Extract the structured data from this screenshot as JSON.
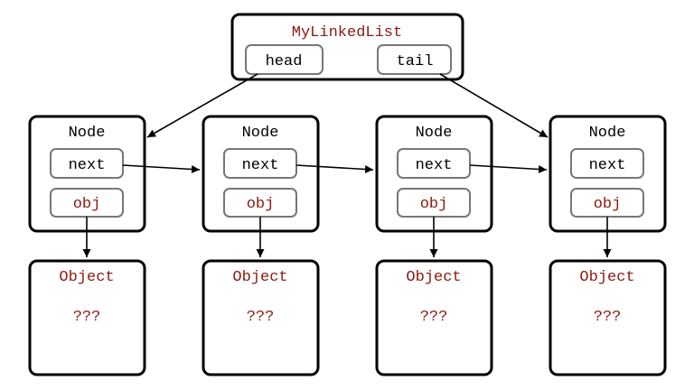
{
  "colors": {
    "stroke": "#000000",
    "field_stroke": "#777777",
    "red_text": "#8b1a10",
    "black_text": "#000000",
    "background": "#ffffff"
  },
  "list": {
    "title": "MyLinkedList",
    "head_label": "head",
    "tail_label": "tail"
  },
  "nodes": [
    {
      "title": "Node",
      "next_label": "next",
      "obj_label": "obj",
      "object_title": "Object",
      "object_value": "???"
    },
    {
      "title": "Node",
      "next_label": "next",
      "obj_label": "obj",
      "object_title": "Object",
      "object_value": "???"
    },
    {
      "title": "Node",
      "next_label": "next",
      "obj_label": "obj",
      "object_title": "Object",
      "object_value": "???"
    },
    {
      "title": "Node",
      "next_label": "next",
      "obj_label": "obj",
      "object_title": "Object",
      "object_value": "???"
    }
  ]
}
